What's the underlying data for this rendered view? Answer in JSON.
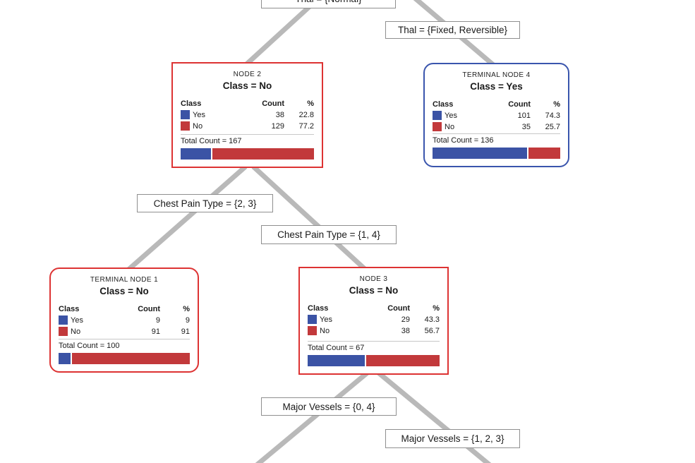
{
  "colors": {
    "yes_class": "#3b53a5",
    "no_class": "#c2393b",
    "node_border_no": "#dd3333",
    "node_border_yes": "#3a55ad",
    "edge_line": "#b9b9b9"
  },
  "legend": {
    "class_header": "Class",
    "count_header": "Count",
    "percent_header": "%",
    "yes_label": "Yes",
    "no_label": "No"
  },
  "edge_labels": {
    "root_left": "Thal = {Normal}",
    "root_right": "Thal = {Fixed, Reversible}",
    "node2_left": "Chest Pain Type = {2, 3}",
    "node2_right": "Chest Pain Type = {1, 4}",
    "node3_left": "Major Vessels = {0, 4}",
    "node3_right": "Major Vessels = {1, 2, 3}"
  },
  "nodes": {
    "node2": {
      "title": "NODE 2",
      "class_label": "Class = No",
      "yes_count": "38",
      "yes_pct": "22.8",
      "no_count": "129",
      "no_pct": "77.2",
      "total": "Total Count = 167",
      "bar_yes": 22.8
    },
    "terminal4": {
      "title": "TERMINAL NODE 4",
      "class_label": "Class = Yes",
      "yes_count": "101",
      "yes_pct": "74.3",
      "no_count": "35",
      "no_pct": "25.7",
      "total": "Total Count = 136",
      "bar_yes": 74.3
    },
    "terminal1": {
      "title": "TERMINAL NODE 1",
      "class_label": "Class = No",
      "yes_count": "9",
      "yes_pct": "9",
      "no_count": "91",
      "no_pct": "91",
      "total": "Total Count = 100",
      "bar_yes": 9
    },
    "node3": {
      "title": "NODE 3",
      "class_label": "Class = No",
      "yes_count": "29",
      "yes_pct": "43.3",
      "no_count": "38",
      "no_pct": "56.7",
      "total": "Total Count = 67",
      "bar_yes": 43.3
    }
  }
}
